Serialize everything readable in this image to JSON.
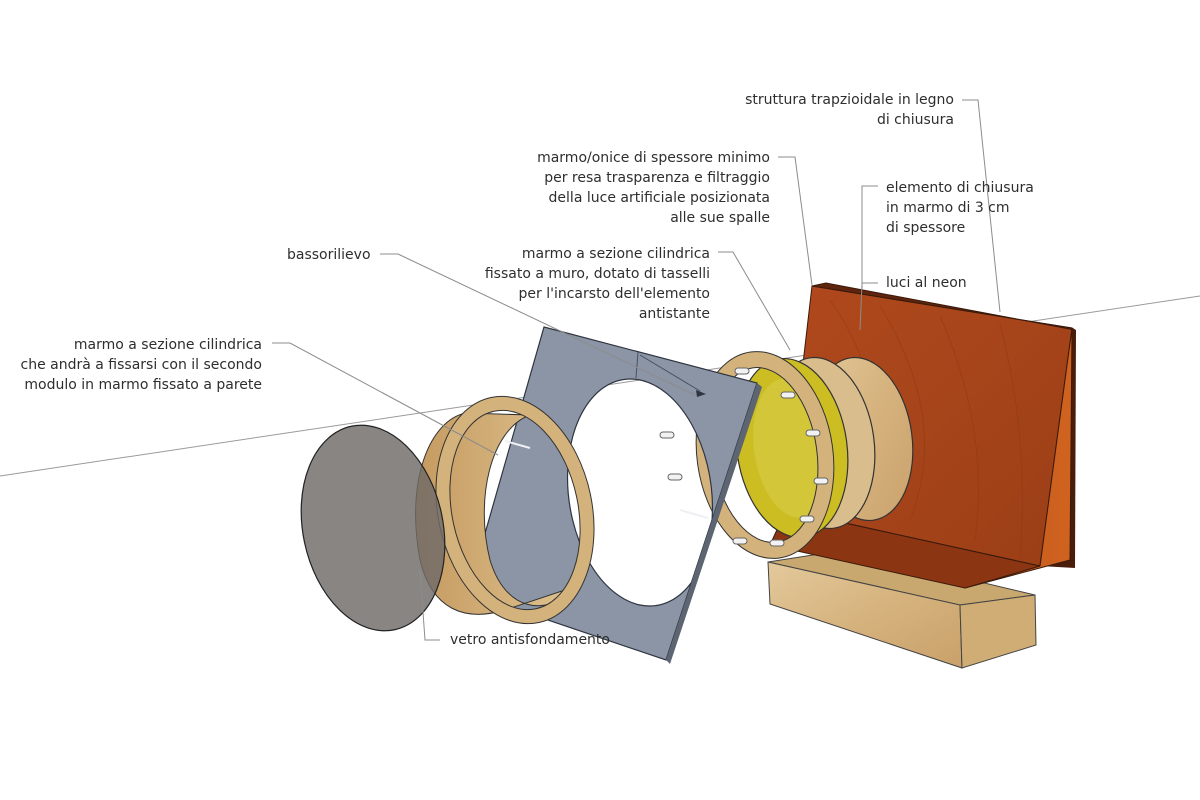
{
  "labels": {
    "struttura": "struttura trapzioidale in legno\ndi chiusura",
    "onice": "marmo/onice di spessore minimo\nper resa trasparenza e filtraggio\ndella luce artificiale posizionata\nalle sue spalle",
    "chiusura": "elemento di chiusura\nin marmo di 3 cm\ndi spessore",
    "neon": "luci al neon",
    "bassorilievo": "bassorilievo",
    "cilindrica_muro": "marmo a sezione cilindrica\nfissato a muro, dotato di tasselli\nper l'incarsto dell'elemento\nantistante",
    "cilindrica_secondo": "marmo a sezione cilindrica\nche andrà a fissarsi con il secondo\nmodulo in marmo fissato a parete",
    "vetro": "vetro antisfondamento"
  },
  "colors": {
    "wood_front": "#a8461c",
    "wood_side": "#b9511e",
    "wood_top": "#6e2a10",
    "marble": "#d8b98a",
    "marble_dark": "#c59d64",
    "onyx": "#cfc12a",
    "slate": "#8a93a3",
    "glass": "#7f7a78",
    "leader": "#8c8c8c"
  }
}
